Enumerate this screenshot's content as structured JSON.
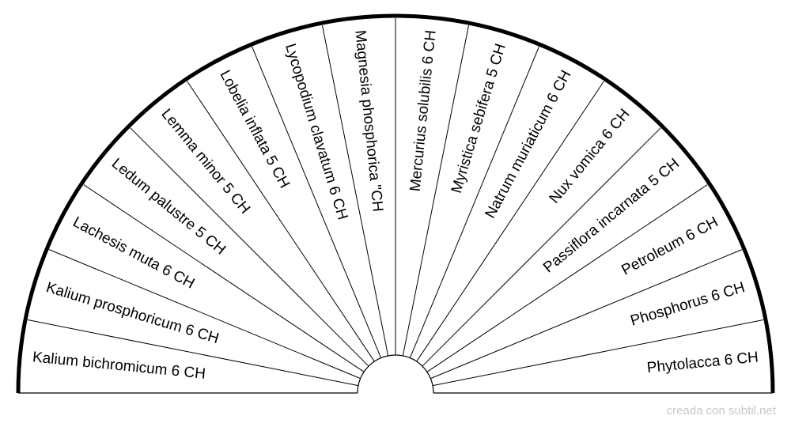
{
  "chart_data": {
    "type": "pie",
    "layout": "semicircle",
    "colors": {
      "stroke": "#000000",
      "fill": "#ffffff",
      "credit": "#c8c8c8"
    },
    "segments": [
      "Kalium bichromicum 6 CH",
      "Kalium prosphoricum 6 CH",
      "Lachesis muta 6 CH",
      "Ledum palustre 5 CH",
      "Lemma minor 5 CH",
      "Lobelia inflata 5 CH",
      "Lycopodium clavatum 6 CH",
      "Magnesia phosphorica \"CH",
      "Mercurius solubilis 6 CH",
      "Myristica sebifera 5 CH",
      "Natrum muriaticum 6 CH",
      "Nux vomica 6 CH",
      "Passiflora incarnata 5 CH",
      "Petroleum 6 CH",
      "Phosphorus 6 CH",
      "Phytolacca 6 CH"
    ]
  },
  "footer": {
    "credit": "creada con subtil.net"
  }
}
